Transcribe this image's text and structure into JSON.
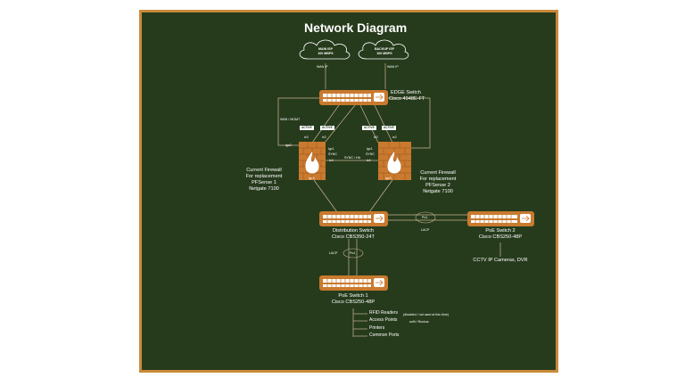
{
  "title": "Network Diagram",
  "isps": {
    "main": {
      "line1": "MAIN ISP",
      "line2": "100 MBPS",
      "port": "WAN IP"
    },
    "backup": {
      "line1": "BACKUP ISP",
      "line2": "100 MBPS",
      "port": "WAN IP"
    }
  },
  "edge_switch": {
    "line1": "EDGE Switch",
    "line2": "Cisco 4948E-FT"
  },
  "firewall_left": {
    "line1": "Current Firewall",
    "line2": "For replacement",
    "line3": "PFSense 1",
    "line4": "Netgate 7100",
    "port_ix3": "ix3",
    "port_ix2": "ix2",
    "port_igc2": "igc2",
    "port_igc1": "igc1",
    "port_sync": "SYNC",
    "port_ix4": "ix4",
    "port_igc3": "igc3"
  },
  "firewall_right": {
    "line1": "Current Firewall",
    "line2": "For replacement",
    "line3": "PFSense 2",
    "line4": "Netgate 7100",
    "port_ix3": "ix3",
    "port_ix2": "ix2",
    "port_igc1": "igc1",
    "port_sync": "SYNC",
    "port_ix4": "ix4",
    "port_igc3": "igc3"
  },
  "mgmt_note": "WAN / MGMT",
  "sync_note": "SYNC / HA",
  "distribution_switch": {
    "line1": "Distribution Switch",
    "line2": "Cisco CBS350-24T"
  },
  "poe_switch_2": {
    "line1": "PoE Switch 2",
    "line2": "Cisco CBS250-48P",
    "device": "CCTV IP Cameras, DVR"
  },
  "poe_switch_1": {
    "line1": "PoE Switch 1",
    "line2": "Cisco CBS250-48P"
  },
  "lacp_right": {
    "label": "LACP",
    "port": "Po1"
  },
  "lacp_left": {
    "label": "LACP",
    "port": "Po1"
  },
  "endpoints": [
    {
      "label": "RFID Readers",
      "note": "(disabled / not used at this time)"
    },
    {
      "label": "Access Points",
      "note": "unifi / Ruckus"
    },
    {
      "label": "Printers",
      "note": ""
    },
    {
      "label": "Common Ports",
      "note": ""
    }
  ],
  "colors": {
    "background": "#263b1c",
    "border": "#c98a3a",
    "device": "#c97a2f",
    "line": "#c9b595"
  }
}
